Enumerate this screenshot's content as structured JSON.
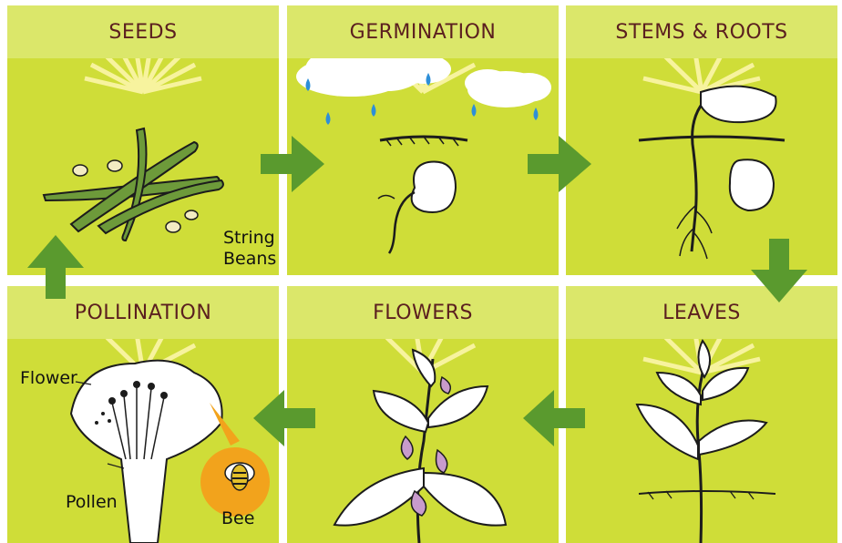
{
  "stages": [
    {
      "title": "SEEDS"
    },
    {
      "title": "GERMINATION"
    },
    {
      "title": "STEMS & ROOTS"
    },
    {
      "title": "LEAVES"
    },
    {
      "title": "FLOWERS"
    },
    {
      "title": "POLLINATION"
    }
  ],
  "labels": {
    "string_beans_1": "String",
    "string_beans_2": "Beans",
    "flower": "Flower",
    "pollen": "Pollen",
    "bee": "Bee"
  },
  "colors": {
    "panel": "#cfdd38",
    "band": "#dbe76a",
    "arrow": "#5a9a2e",
    "title_text": "#5b1f1f",
    "bee_circle": "#f2a31c"
  }
}
